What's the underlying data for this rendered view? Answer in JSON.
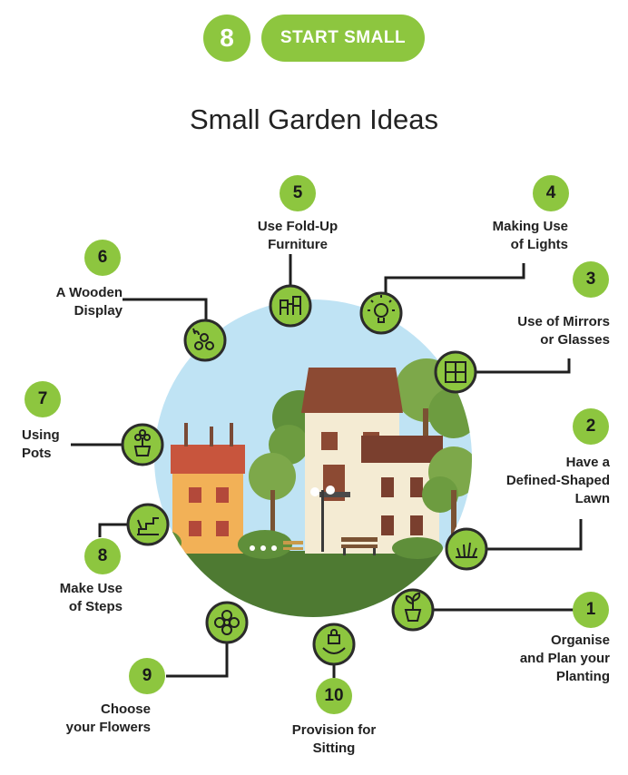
{
  "header": {
    "number": "8",
    "tag": "START SMALL"
  },
  "title": "Small Garden Ideas",
  "ideas": [
    {
      "number": "1",
      "line1": "Organise",
      "line2": "and Plan your",
      "line3": "Planting",
      "icon": "plant-pot-icon"
    },
    {
      "number": "2",
      "line1": "Have a",
      "line2": "Defined-Shaped",
      "line3": "Lawn",
      "icon": "grass-icon"
    },
    {
      "number": "3",
      "line1": "Use of Mirrors",
      "line2": "or Glasses",
      "icon": "window-icon"
    },
    {
      "number": "4",
      "line1": "Making Use",
      "line2": "of Lights",
      "icon": "light-bulb-icon"
    },
    {
      "number": "5",
      "line1": "Use Fold-Up",
      "line2": "Furniture",
      "icon": "folding-furniture-icon"
    },
    {
      "number": "6",
      "line1": "A Wooden",
      "line2": "Display",
      "icon": "wood-logs-icon"
    },
    {
      "number": "7",
      "line1": "Using",
      "line2": "Pots",
      "icon": "potted-plant-icon"
    },
    {
      "number": "8",
      "line1": "Make Use",
      "line2": "of Steps",
      "icon": "steps-icon"
    },
    {
      "number": "9",
      "line1": "Choose",
      "line2": "your Flowers",
      "icon": "flower-icon"
    },
    {
      "number": "10",
      "line1": "Provision for",
      "line2": "Sitting",
      "icon": "bench-icon"
    }
  ],
  "colors": {
    "accent": "#8dc63f",
    "sky": "#bfe3f4",
    "grass": "#4e7a32",
    "icon_ring": "#2b2b2b"
  }
}
